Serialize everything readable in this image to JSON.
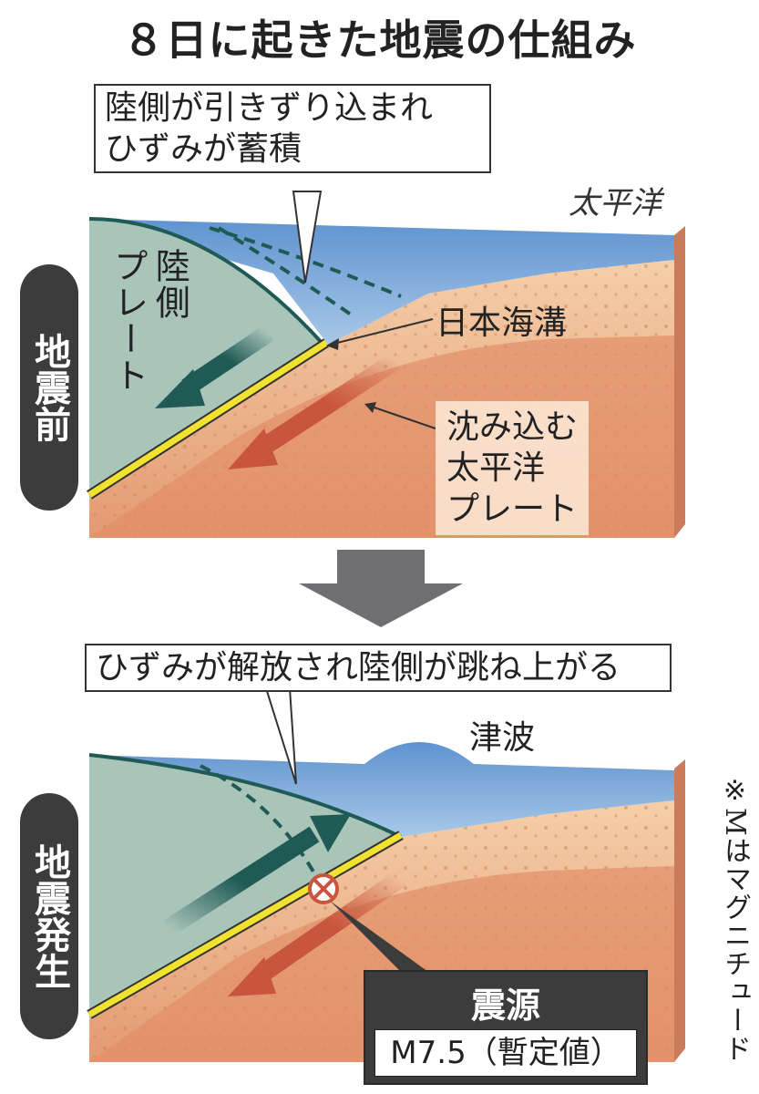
{
  "title": "８日に起きた地震の仕組み",
  "before": {
    "side_label": "地震前",
    "callout": "陸側が引きずり込まれ\nひずみが蓄積",
    "ocean_label": "太平洋",
    "land_plate_label": "陸側\nプレート",
    "trench_label": "日本海溝",
    "pacific_plate_label": "沈み込む\n太平洋\nプレート"
  },
  "after": {
    "side_label": "地震発生",
    "callout": "ひずみが解放され陸側が跳ね上がる",
    "tsunami_label": "津波",
    "hypocenter_title": "震源",
    "magnitude": "M7.5（暫定値）"
  },
  "note": "※Mはマグニチュード",
  "colors": {
    "sea": "#6aa0d8",
    "land_plate": "#a9c4b9",
    "pacific_plate": "#e9a47e",
    "boundary": "#f2e230",
    "arrow_land": "#1f5a55",
    "arrow_pacific": "#c8553e",
    "pill": "#3d3c3c"
  }
}
